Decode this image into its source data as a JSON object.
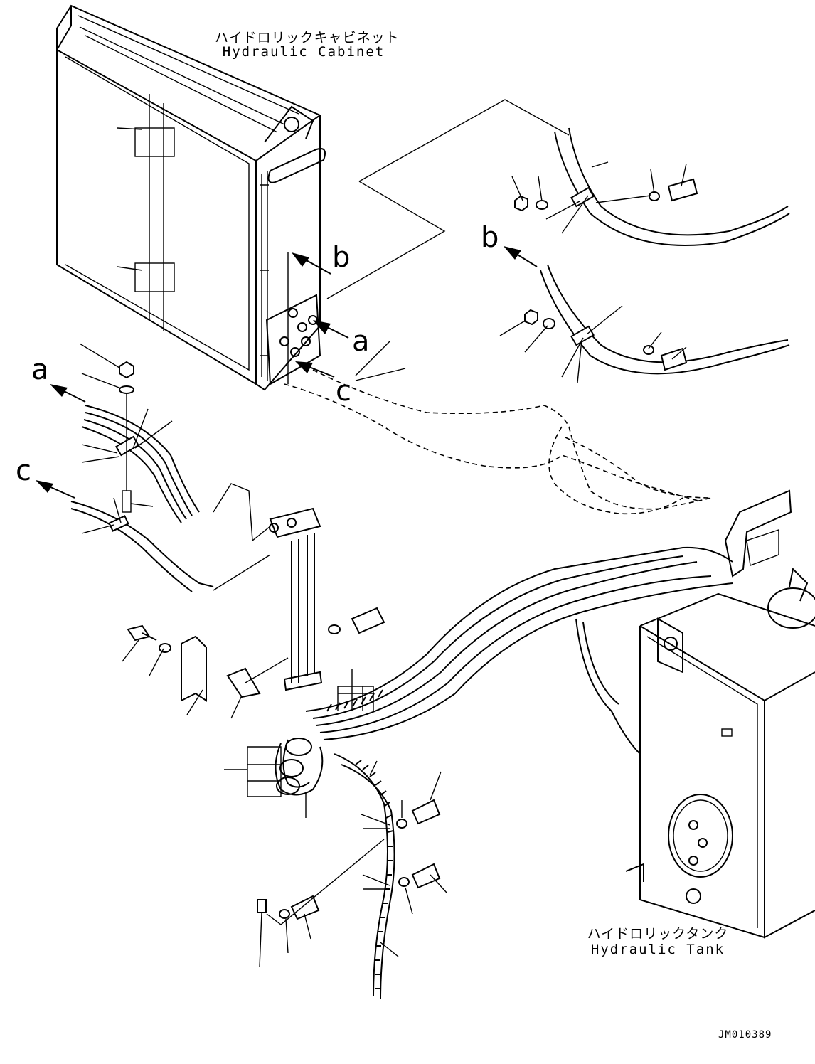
{
  "labels": {
    "cabinet_jp": "ハイドロリックキャビネット",
    "cabinet_en": "Hydraulic Cabinet",
    "tank_jp": "ハイドロリックタンク",
    "tank_en": "Hydraulic Tank"
  },
  "references": {
    "a1": "a",
    "a2": "a",
    "b1": "b",
    "b2": "b",
    "c1": "c",
    "c2": "c"
  },
  "drawing_code": "JM010389"
}
